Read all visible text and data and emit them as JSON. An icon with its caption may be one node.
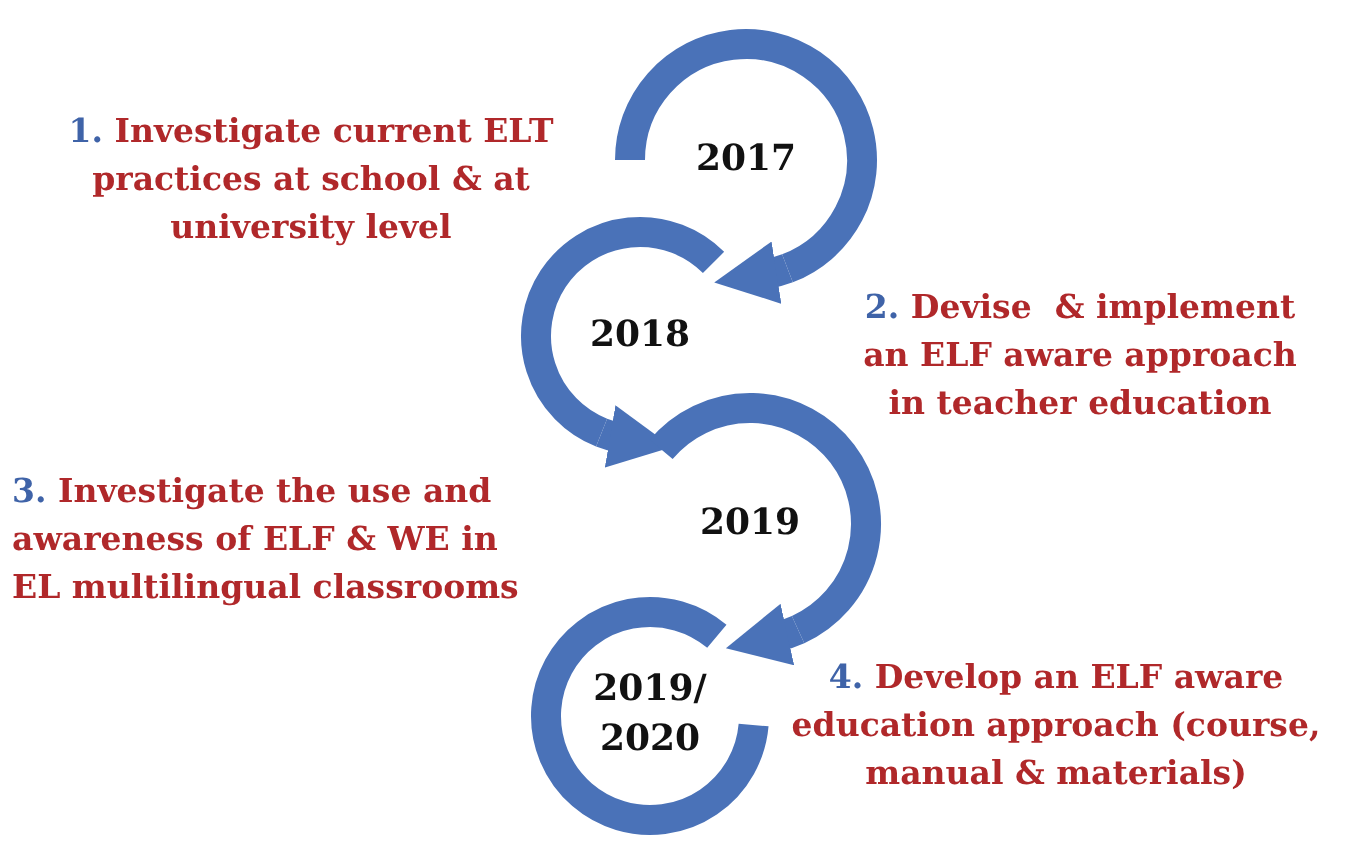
{
  "diagram": {
    "nodes": [
      {
        "text": [
          "2017"
        ],
        "beside": [
          "1.",
          "Investigate current ELT practices at school & at university level"
        ]
      },
      {
        "text": [
          "2018"
        ],
        "beside": [
          "2.",
          "Devise  & implement an ELF aware approach in teacher education"
        ]
      },
      {
        "text": [
          "2019"
        ],
        "beside": [
          "3.",
          "Investigate the use and awareness of ELF & WE in EL multilingual classrooms"
        ]
      },
      {
        "text": [
          "2019/ 2020"
        ],
        "beside": [
          "4.",
          "Develop an ELF aware education approach (course, manual & materials)"
        ]
      }
    ],
    "edges": [
      {
        "from": 0,
        "to": 1,
        "arrow": "to"
      },
      {
        "from": 1,
        "to": 2,
        "arrow": "to"
      },
      {
        "from": 2,
        "to": 3,
        "arrow": "to"
      }
    ]
  }
}
